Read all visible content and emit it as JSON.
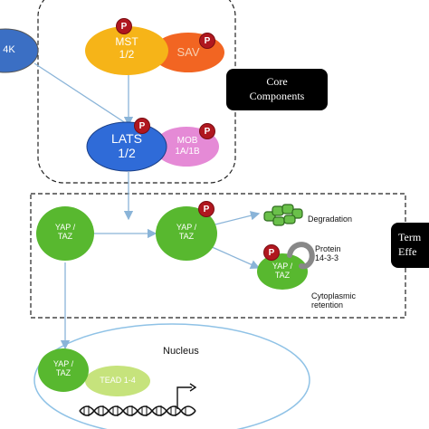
{
  "nodes": {
    "kinase_left": "4K",
    "mst": "MST\n1/2",
    "sav": "SAV",
    "lats": "LATS\n1/2",
    "mob": "MOB\n1A/1B",
    "yap1": "YAP /\nTAZ",
    "yap2": "YAP /\nTAZ",
    "yap3": "YAP /\nTAZ",
    "yap4": "YAP /\nTAZ",
    "tead": "TEAD 1-4",
    "protein1433": "Protein\n14-3-3"
  },
  "labels": {
    "core_components": "Core\nComponents",
    "terminal_effectors": "Term\nEffe",
    "degradation": "Degradation",
    "cytoplasmic_retention": "Cytoplasmic\nretention",
    "nucleus": "Nucleus",
    "phospho": "P"
  },
  "colors": {
    "mst": "#f6b418",
    "sav": "#f26522",
    "lats": "#2f6bd8",
    "mob": "#e58ad6",
    "yap": "#58b82f",
    "phospho": "#b0171f",
    "arrow": "#8ab4d8",
    "nucleus_border": "#8fc2e6"
  },
  "icons": [
    "dna-icon",
    "transcription-start-arrow-icon",
    "proteasome-icon"
  ]
}
